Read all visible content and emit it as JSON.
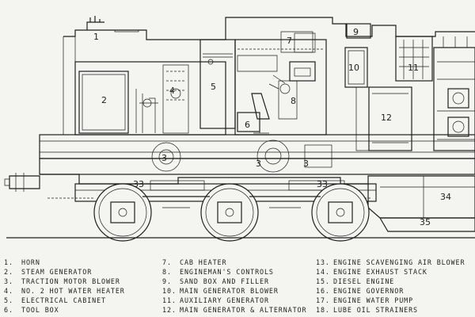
{
  "labels": [
    {
      "n": "1"
    },
    {
      "n": "2"
    },
    {
      "n": "3"
    },
    {
      "n": "3"
    },
    {
      "n": "3"
    },
    {
      "n": "4"
    },
    {
      "n": "5"
    },
    {
      "n": "6"
    },
    {
      "n": "7"
    },
    {
      "n": "8"
    },
    {
      "n": "9"
    },
    {
      "n": "10"
    },
    {
      "n": "11"
    },
    {
      "n": "12"
    },
    {
      "n": "33"
    },
    {
      "n": "33"
    },
    {
      "n": "34"
    },
    {
      "n": "35"
    }
  ],
  "legend": {
    "col1": [
      {
        "n": "1.",
        "text": "HORN"
      },
      {
        "n": "2.",
        "text": "STEAM GENERATOR"
      },
      {
        "n": "3.",
        "text": "TRACTION MOTOR BLOWER"
      },
      {
        "n": "4.",
        "text": "NO. 2 HOT WATER HEATER"
      },
      {
        "n": "5.",
        "text": "ELECTRICAL CABINET"
      },
      {
        "n": "6.",
        "text": "TOOL BOX"
      }
    ],
    "col2": [
      {
        "n": "7.",
        "text": "CAB HEATER"
      },
      {
        "n": "8.",
        "text": "ENGINEMAN'S CONTROLS"
      },
      {
        "n": "9.",
        "text": "SAND BOX AND FILLER"
      },
      {
        "n": "10.",
        "text": "MAIN GENERATOR BLOWER"
      },
      {
        "n": "11.",
        "text": "AUXILIARY GENERATOR"
      },
      {
        "n": "12.",
        "text": "MAIN GENERATOR & ALTERNATOR"
      }
    ],
    "col3": [
      {
        "n": "13.",
        "text": "ENGINE SCAVENGING AIR BLOWER"
      },
      {
        "n": "14.",
        "text": "ENGINE EXHAUST STACK"
      },
      {
        "n": "15.",
        "text": "DIESEL ENGINE"
      },
      {
        "n": "16.",
        "text": "ENGINE GOVERNOR"
      },
      {
        "n": "17.",
        "text": "ENGINE WATER PUMP"
      },
      {
        "n": "18.",
        "text": "LUBE OIL STRAINERS"
      }
    ]
  }
}
